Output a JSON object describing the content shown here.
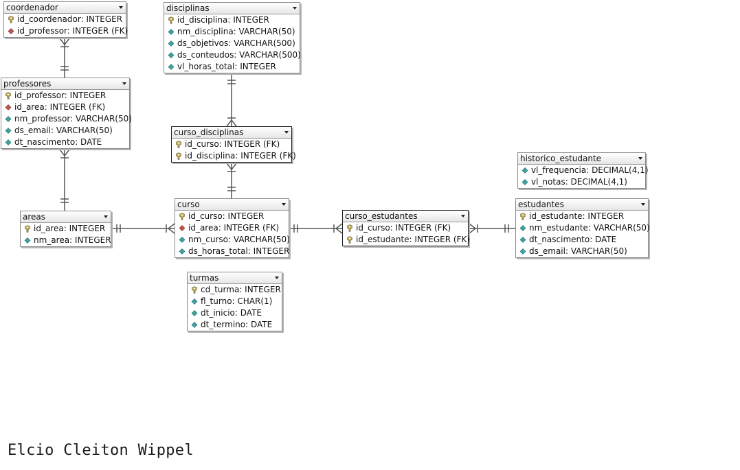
{
  "author": "Elcio Cleiton Wippel",
  "entities": [
    {
      "key": "coordenador",
      "name": "coordenador",
      "columns": [
        {
          "text": "id_coordenador: INTEGER",
          "icon": "primary-key-icon"
        },
        {
          "text": "id_professor: INTEGER (FK)",
          "icon": "foreign-key-diamond-icon"
        }
      ]
    },
    {
      "key": "disciplinas",
      "name": "disciplinas",
      "columns": [
        {
          "text": "id_disciplina: INTEGER",
          "icon": "primary-key-icon"
        },
        {
          "text": "nm_disciplina: VARCHAR(50)",
          "icon": "attribute-diamond-icon"
        },
        {
          "text": "ds_objetivos: VARCHAR(500)",
          "icon": "attribute-diamond-icon"
        },
        {
          "text": "ds_conteudos: VARCHAR(500)",
          "icon": "attribute-diamond-icon"
        },
        {
          "text": "vl_horas_total: INTEGER",
          "icon": "attribute-diamond-icon"
        }
      ]
    },
    {
      "key": "professores",
      "name": "professores",
      "columns": [
        {
          "text": "id_professor: INTEGER",
          "icon": "primary-key-icon"
        },
        {
          "text": "id_area: INTEGER (FK)",
          "icon": "foreign-key-diamond-icon"
        },
        {
          "text": "nm_professor: VARCHAR(50)",
          "icon": "attribute-diamond-icon"
        },
        {
          "text": "ds_email: VARCHAR(50)",
          "icon": "attribute-diamond-icon"
        },
        {
          "text": "dt_nascimento: DATE",
          "icon": "attribute-diamond-icon"
        }
      ]
    },
    {
      "key": "curso_disciplinas",
      "name": "curso_disciplinas",
      "selected": true,
      "columns": [
        {
          "text": "id_curso: INTEGER (FK)",
          "icon": "primary-key-icon"
        },
        {
          "text": "id_disciplina: INTEGER (FK)",
          "icon": "primary-key-icon"
        }
      ]
    },
    {
      "key": "historico_estudante",
      "name": "historico_estudante",
      "columns": [
        {
          "text": "vl_frequencia: DECIMAL(4,1)",
          "icon": "attribute-diamond-icon"
        },
        {
          "text": "vl_notas: DECIMAL(4,1)",
          "icon": "attribute-diamond-icon"
        }
      ]
    },
    {
      "key": "areas",
      "name": "areas",
      "columns": [
        {
          "text": "id_area: INTEGER",
          "icon": "primary-key-icon"
        },
        {
          "text": "nm_area: INTEGER",
          "icon": "attribute-diamond-icon"
        }
      ]
    },
    {
      "key": "curso",
      "name": "curso",
      "columns": [
        {
          "text": "id_curso: INTEGER",
          "icon": "primary-key-icon"
        },
        {
          "text": "id_area: INTEGER (FK)",
          "icon": "foreign-key-diamond-icon"
        },
        {
          "text": "nm_curso: VARCHAR(50)",
          "icon": "attribute-diamond-icon"
        },
        {
          "text": "ds_horas_total: INTEGER",
          "icon": "attribute-diamond-icon"
        }
      ]
    },
    {
      "key": "curso_estudantes",
      "name": "curso_estudantes",
      "selected": true,
      "columns": [
        {
          "text": "id_curso: INTEGER (FK)",
          "icon": "primary-key-icon"
        },
        {
          "text": "id_estudante: INTEGER (FK)",
          "icon": "primary-key-icon"
        }
      ]
    },
    {
      "key": "estudantes",
      "name": "estudantes",
      "columns": [
        {
          "text": "id_estudante: INTEGER",
          "icon": "primary-key-icon"
        },
        {
          "text": "nm_estudante: VARCHAR(50)",
          "icon": "attribute-diamond-icon"
        },
        {
          "text": "dt_nascimento: DATE",
          "icon": "attribute-diamond-icon"
        },
        {
          "text": "ds_email: VARCHAR(50)",
          "icon": "attribute-diamond-icon"
        }
      ]
    },
    {
      "key": "turmas",
      "name": "turmas",
      "columns": [
        {
          "text": "cd_turma: INTEGER",
          "icon": "primary-key-icon"
        },
        {
          "text": "fl_turno: CHAR(1)",
          "icon": "attribute-diamond-icon"
        },
        {
          "text": "dt_inicio: DATE",
          "icon": "attribute-diamond-icon"
        },
        {
          "text": "dt_termino: DATE",
          "icon": "attribute-diamond-icon"
        }
      ]
    }
  ],
  "relationships": [
    {
      "from": "coordenador",
      "to": "professores",
      "from_end": "many",
      "to_end": "one"
    },
    {
      "from": "disciplinas",
      "to": "curso_disciplinas",
      "from_end": "one",
      "to_end": "many"
    },
    {
      "from": "curso_disciplinas",
      "to": "curso",
      "from_end": "many",
      "to_end": "one"
    },
    {
      "from": "professores",
      "to": "areas",
      "from_end": "many",
      "to_end": "one"
    },
    {
      "from": "areas",
      "to": "curso",
      "from_end": "one",
      "to_end": "many"
    },
    {
      "from": "curso",
      "to": "curso_estudantes",
      "from_end": "one",
      "to_end": "many"
    },
    {
      "from": "curso_estudantes",
      "to": "estudantes",
      "from_end": "many",
      "to_end": "one"
    }
  ],
  "colors": {
    "key_icon": "#c8b560",
    "fk_diamond": "#c0574f",
    "attr_diamond": "#3fa3a3",
    "line": "#555555"
  }
}
